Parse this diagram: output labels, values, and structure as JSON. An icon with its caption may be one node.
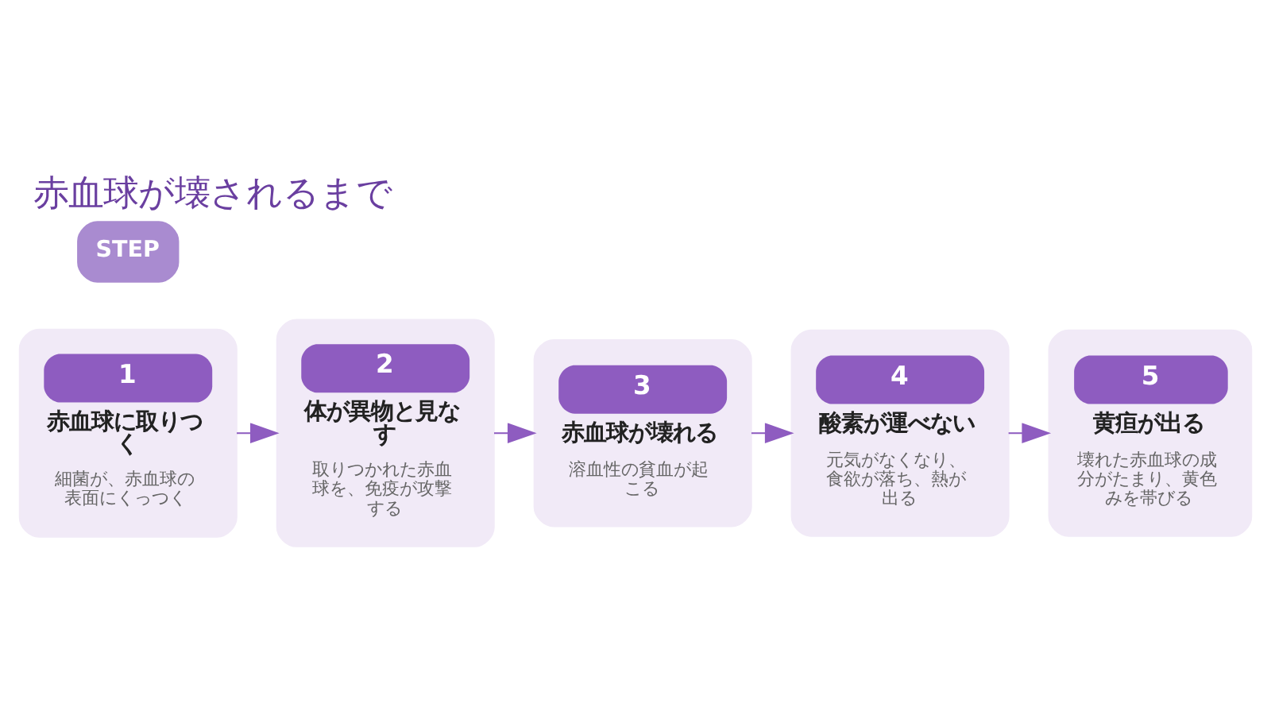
{
  "diagram": {
    "title": "赤血球が壊されるまで",
    "nodes": [
      {
        "text": [
          "1",
          "赤血球に取りつく",
          "細菌が、赤血球の表面にくっつく"
        ]
      },
      {
        "text": [
          "2",
          "体が異物と見なす",
          "取りつかれた赤血球を、免疫が攻撃する"
        ]
      },
      {
        "text": [
          "3",
          "赤血球が壊れる",
          "溶血性の貧血が起こる"
        ]
      },
      {
        "text": [
          "4",
          "酸素が運べない",
          "元気がなくなり、食欲が落ち、熱が出る"
        ]
      },
      {
        "text": [
          "5",
          "黄疸が出る",
          "壊れた赤血球の成分がたまり、黄色みを帯びる"
        ]
      }
    ],
    "edges": [
      {
        "from": 0,
        "to": 1,
        "arrow": "to"
      },
      {
        "from": 1,
        "to": 2,
        "arrow": "to"
      },
      {
        "from": 2,
        "to": 3,
        "arrow": "to"
      },
      {
        "from": 3,
        "to": 4,
        "arrow": "to"
      }
    ],
    "labels": [
      "STEP"
    ]
  }
}
